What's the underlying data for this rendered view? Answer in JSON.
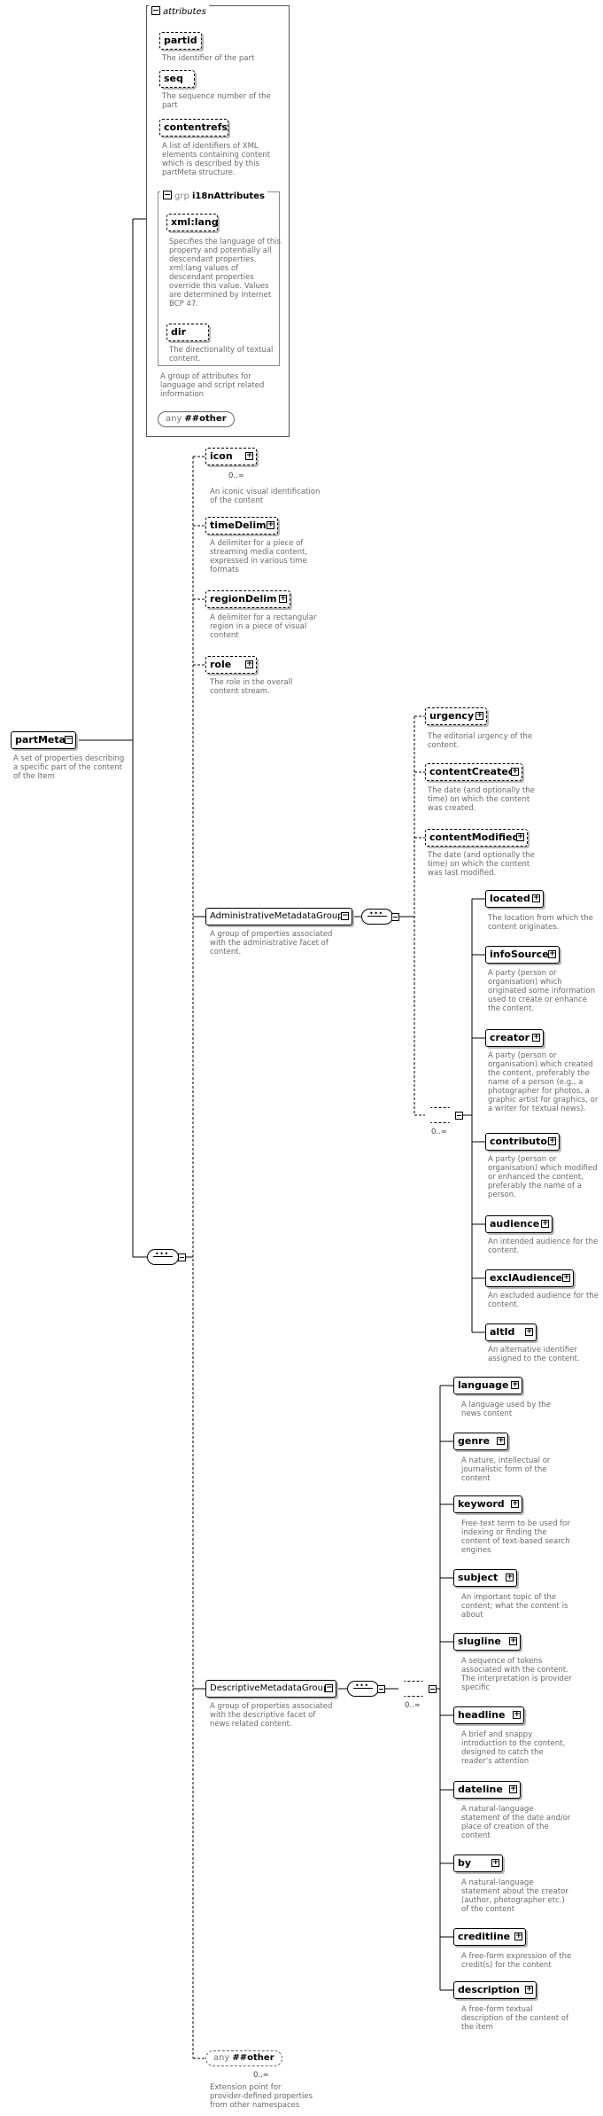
{
  "attributes": {
    "header": "attributes",
    "items": [
      {
        "name": "partid",
        "desc": "The identifier of the part"
      },
      {
        "name": "seq",
        "desc": "The sequence number of the\npart"
      },
      {
        "name": "contentrefs",
        "desc": "A list of identifiers of XML\nelements containing content\nwhich is described by this\npartMeta structure."
      }
    ],
    "group": {
      "prefix": "grp",
      "name": "i18nAttributes",
      "items": [
        {
          "name": "xml:lang",
          "desc": "Specifies the language of this\nproperty and potentially all\ndescendant properties.\nxml:lang values of\ndescendant properties\noverride this value. Values\nare determined by Internet\nBCP 47."
        },
        {
          "name": "dir",
          "desc": "The directionality of textual\ncontent."
        }
      ],
      "desc": "A group of attributes for\nlanguage and script related\ninformation"
    },
    "any": {
      "kw": "any",
      "val": "##other"
    }
  },
  "root": {
    "name": "partMeta",
    "desc": "A set of properties describing\na specific part of the content\nof the Item"
  },
  "top_elements": [
    {
      "name": "icon",
      "card": "0..∞",
      "desc": "An iconic visual identification\nof the content"
    },
    {
      "name": "timeDelim",
      "card": "",
      "desc": "A delimiter for a piece of\nstreaming media content,\nexpressed in various time\nformats"
    },
    {
      "name": "regionDelim",
      "card": "",
      "desc": "A delimiter for a rectangular\nregion in a piece of visual\ncontent"
    },
    {
      "name": "role",
      "card": "",
      "desc": "The role in the overall\ncontent stream."
    }
  ],
  "admin": {
    "name": "AdministrativeMetadataGroup",
    "desc": "A group of properties associated\nwith the administrative facet of\ncontent.",
    "seq_elements": [
      {
        "name": "urgency",
        "desc": "The editorial urgency of the\ncontent."
      },
      {
        "name": "contentCreated",
        "desc": "The date (and optionally the\ntime) on which the content\nwas created."
      },
      {
        "name": "contentModified",
        "desc": "The date (and optionally the\ntime) on which the content\nwas last modified."
      }
    ],
    "choice_card": "0..∞",
    "choice_elements": [
      {
        "name": "located",
        "desc": "The location from which the\ncontent originates."
      },
      {
        "name": "infoSource",
        "desc": "A party (person or\norganisation) which\noriginated some information\nused to create or enhance\nthe content."
      },
      {
        "name": "creator",
        "desc": "A party (person or\norganisation) which created\nthe content, preferably the\nname of a person (e.g., a\nphotographer for photos, a\ngraphic artist for graphics, or\na writer for textual news)."
      },
      {
        "name": "contributor",
        "desc": "A party (person or\norganisation) which modified\nor enhanced the content,\npreferably the name of a\nperson."
      },
      {
        "name": "audience",
        "desc": "An intended audience for the\ncontent."
      },
      {
        "name": "exclAudience",
        "desc": "An excluded audience for the\ncontent."
      },
      {
        "name": "altId",
        "desc": "An alternative identifier\nassigned to the content."
      }
    ]
  },
  "descr": {
    "name": "DescriptiveMetadataGroup",
    "desc": "A group of properties associated\nwith the descriptive facet of\nnews related content.",
    "choice_card": "0..∞",
    "choice_elements": [
      {
        "name": "language",
        "desc": "A language used by the\nnews content"
      },
      {
        "name": "genre",
        "desc": "A nature, intellectual or\njournalistic form of the\ncontent"
      },
      {
        "name": "keyword",
        "desc": "Free-text term to be used for\nindexing or finding the\ncontent of text-based search\nengines"
      },
      {
        "name": "subject",
        "desc": "An important topic of the\ncontent; what the content is\nabout"
      },
      {
        "name": "slugline",
        "desc": "A sequence of tokens\nassociated with the content.\nThe interpretation is provider\nspecific"
      },
      {
        "name": "headline",
        "desc": "A brief and snappy\nintroduction to the content,\ndesigned to catch the\nreader's attention"
      },
      {
        "name": "dateline",
        "desc": "A natural-language\nstatement of the date and/or\nplace of creation of the\ncontent"
      },
      {
        "name": "by",
        "desc": "A natural-language\nstatement about the creator\n(author, photographer etc.)\nof the content"
      },
      {
        "name": "creditline",
        "desc": "A free-form expression of the\ncredit(s) for the content"
      },
      {
        "name": "description",
        "desc": "A free-form textual\ndescription of the content of\nthe item"
      }
    ]
  },
  "bottom_any": {
    "kw": "any",
    "val": "##other",
    "card": "0..∞",
    "desc": "Extension point for\nprovider-defined properties\nfrom other namespaces"
  }
}
